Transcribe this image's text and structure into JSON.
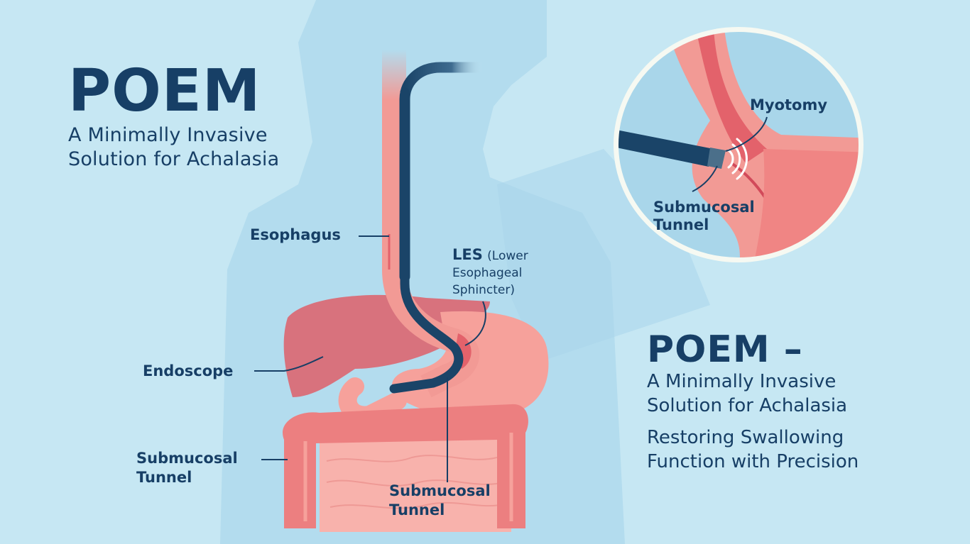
{
  "header": {
    "title": "POEM",
    "subtitle_line1": "A Minimally Invasive",
    "subtitle_line2": "Solution for Achalasia"
  },
  "right_panel": {
    "title": "POEM –",
    "subtitle_line1": "A Minimally Invasive",
    "subtitle_line2": "Solution for Achalasia",
    "tagline_line1": "Restoring Swallowing",
    "tagline_line2": "Function with Precision"
  },
  "labels": {
    "esophagus": "Esophagus",
    "les_abbr": "LES",
    "les_line1": "(Lower",
    "les_line2": "Esophageal",
    "les_line3": "Sphincter)",
    "endoscope": "Endoscope",
    "left_tunnel_line1": "Submucosal",
    "left_tunnel_line2": "Tunnel",
    "bottom_tunnel_line1": "Submucosal",
    "bottom_tunnel_line2": "Tunnel"
  },
  "inset": {
    "myotomy": "Myotomy",
    "tunnel_line1": "Submucosal",
    "tunnel_line2": "Tunnel"
  },
  "colors": {
    "background": "#c6e7f3",
    "silhouette": "#b3dcee",
    "text": "#173f66",
    "endoscope": "#1a4468",
    "tissue": "#f29a95",
    "tissue_dark": "#e3626b",
    "liver": "#d8727d",
    "inset_ring": "#f6f9f2"
  }
}
